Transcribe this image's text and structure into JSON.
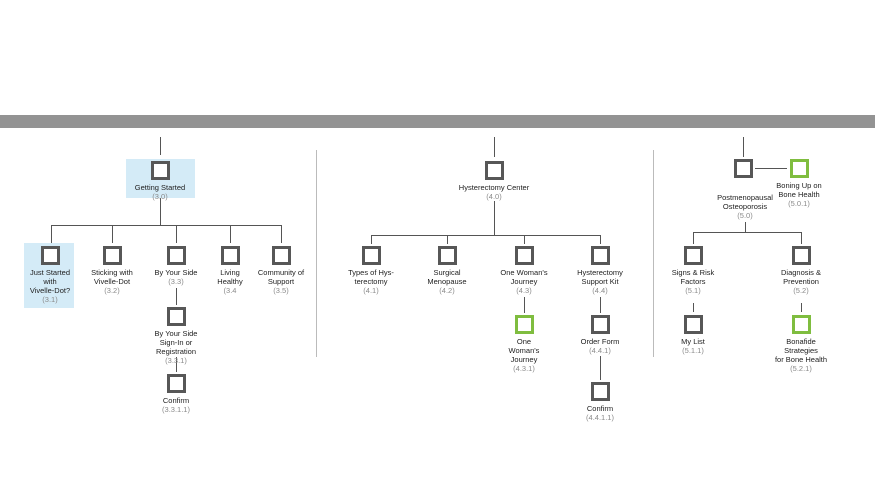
{
  "nodes": {
    "getting_started": {
      "label": "Getting Started",
      "num": "(3.0)"
    },
    "just_started": {
      "label": "Just Started\nwith\nVivelle-Dot?",
      "num": "(3.1)"
    },
    "sticking": {
      "label": "Sticking with\nVivelle-Dot",
      "num": "(3.2)"
    },
    "by_your_side": {
      "label": "By Your Side",
      "num": "(3.3)"
    },
    "living_healthy": {
      "label": "Living\nHealthy",
      "num": "(3.4"
    },
    "community": {
      "label": "Community of\nSupport",
      "num": "(3.5)"
    },
    "signin": {
      "label": "By Your Side\nSign-In or\nRegistration",
      "num": "(3.3.1)"
    },
    "confirm_331": {
      "label": "Confirm",
      "num": "(3.3.1.1)"
    },
    "hysterectomy_center": {
      "label": "Hysterectomy Center",
      "num": "(4.0)"
    },
    "types": {
      "label": "Types of Hys-\nterectomy",
      "num": "(4.1)"
    },
    "surgical": {
      "label": "Surgical\nMenopause",
      "num": "(4.2)"
    },
    "one_womans": {
      "label": "One Woman's\nJourney",
      "num": "(4.3)"
    },
    "support_kit": {
      "label": "Hysterectomy\nSupport Kit",
      "num": "(4.4)"
    },
    "one_womans_sub": {
      "label": "One\nWoman's\nJourney",
      "num": "(4.3.1)"
    },
    "order_form": {
      "label": "Order Form",
      "num": "(4.4.1)"
    },
    "confirm_441": {
      "label": "Confirm",
      "num": "(4.4.1.1)"
    },
    "postmenopausal": {
      "label": "Postmenopausal\nOsteoporosis",
      "num": "(5.0)"
    },
    "boning_up": {
      "label": "Boning Up on\nBone Health",
      "num": "(5.0.1)"
    },
    "signs_risk": {
      "label": "Signs & Risk\nFactors",
      "num": "(5.1)"
    },
    "diagnosis": {
      "label": "Diagnosis &\nPrevention",
      "num": "(5.2)"
    },
    "my_list": {
      "label": "My List",
      "num": "(5.1.1)"
    },
    "bonafide": {
      "label": "Bonafide\nStrategies\nfor Bone Health",
      "num": "(5.2.1)"
    }
  },
  "colors": {
    "header_bar": "#939393",
    "box_border": "#575757",
    "box_green": "#7fbd3f",
    "highlight": "#d4ebf7",
    "number_text": "#8a8a8a"
  }
}
